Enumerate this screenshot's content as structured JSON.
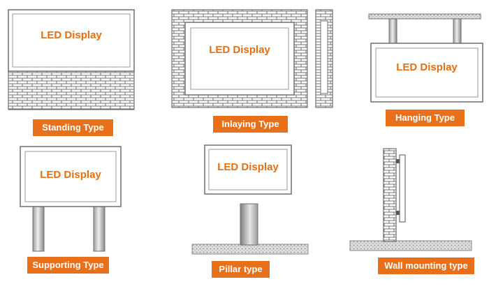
{
  "colors": {
    "label_bg": "#e8701a",
    "label_text": "#ffffff",
    "display_text": "#e26f12",
    "frame": "#8c8c8c",
    "brick": "#707070",
    "ground": "#d4d4d4",
    "pole": "#bdbdbd"
  },
  "screen_text": "LED Display",
  "types": [
    {
      "id": "standing",
      "label": "Standing Type"
    },
    {
      "id": "inlaying",
      "label": "Inlaying Type"
    },
    {
      "id": "hanging",
      "label": "Hanging Type"
    },
    {
      "id": "supporting",
      "label": "Supporting Type"
    },
    {
      "id": "pillar",
      "label": "Pillar type"
    },
    {
      "id": "wall",
      "label": "Wall mounting type"
    }
  ]
}
